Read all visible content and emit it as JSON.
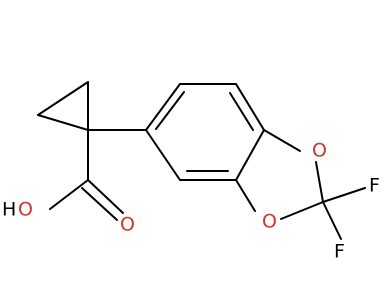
{
  "structure": {
    "atoms": {
      "o_top": "O",
      "o_bottom": "O",
      "o_carbonyl": "O",
      "f_top": "F",
      "f_bottom": "F",
      "hydroxyl_h": "H",
      "hydroxyl_o": "O"
    }
  }
}
